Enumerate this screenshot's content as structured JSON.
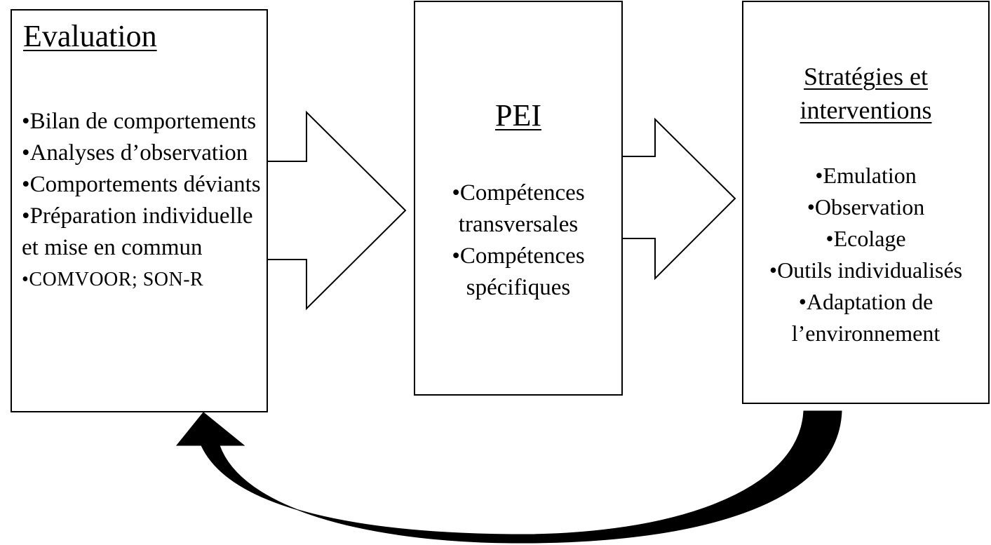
{
  "evaluation": {
    "title": "Evaluation",
    "items": [
      "Bilan de comportements",
      "Analyses d’observation",
      "Comportements déviants",
      "Préparation individuelle et mise en commun",
      "COMVOOR; SON-R"
    ]
  },
  "pei": {
    "title": "PEI",
    "items": [
      "Compétences transversales",
      "Compétences spécifiques"
    ]
  },
  "strategies": {
    "title": "Stratégies et interventions",
    "items": [
      "Emulation",
      "Observation",
      "Ecolage",
      "Outils individualisés",
      "Adaptation de l’environnement"
    ]
  }
}
